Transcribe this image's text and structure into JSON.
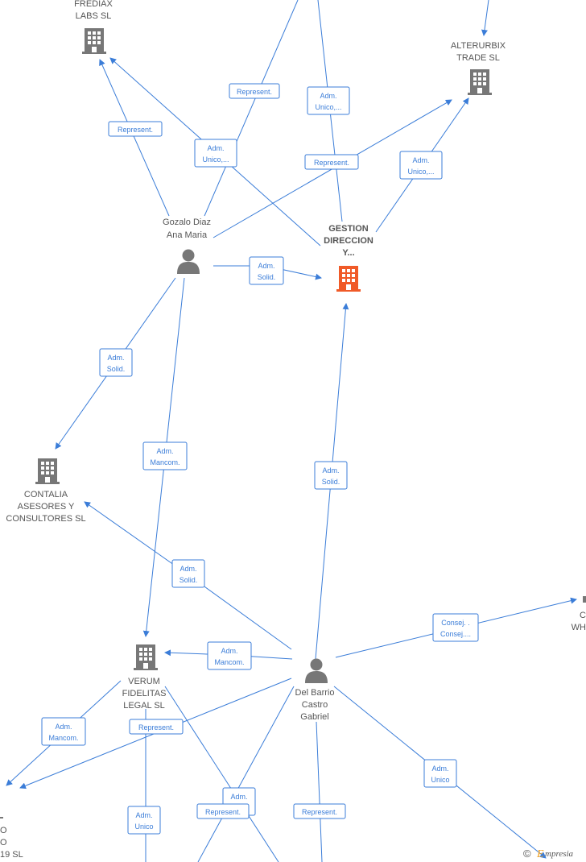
{
  "colors": {
    "edge": "#3b7dd8",
    "company": "#777777",
    "highlight": "#f05a28",
    "person": "#777777",
    "text": "#555555"
  },
  "nodes": [
    {
      "id": "frediax",
      "type": "company",
      "label": [
        "FREDIAX",
        "LABS  SL"
      ],
      "icon": "building-icon"
    },
    {
      "id": "alterurbix",
      "type": "company",
      "label": [
        "ALTERURBIX",
        "TRADE  SL"
      ],
      "icon": "building-icon"
    },
    {
      "id": "gestion",
      "type": "company-highlight",
      "label": [
        "GESTION",
        "DIRECCION",
        "Y..."
      ],
      "icon": "building-icon"
    },
    {
      "id": "gozalo",
      "type": "person",
      "label": [
        "Gozalo Diaz",
        "Ana Maria"
      ],
      "icon": "person-icon"
    },
    {
      "id": "contalia",
      "type": "company",
      "label": [
        "CONTALIA",
        "ASESORES Y",
        "CONSULTORES SL"
      ],
      "icon": "building-icon"
    },
    {
      "id": "verum",
      "type": "company",
      "label": [
        "VERUM",
        "FIDELITAS",
        "LEGAL  SL"
      ],
      "icon": "building-icon"
    },
    {
      "id": "delbarrio",
      "type": "person",
      "label": [
        "Del Barrio",
        "Castro",
        "Gabriel"
      ],
      "icon": "person-icon"
    },
    {
      "id": "leftcut",
      "type": "company",
      "label": [
        "O",
        "O",
        "19 SL"
      ],
      "icon": "building-icon"
    },
    {
      "id": "rightcut",
      "type": "company",
      "label": [
        "C",
        "WH"
      ],
      "icon": "building-icon"
    }
  ],
  "edge_labels": [
    {
      "id": "e1",
      "lines": [
        "Represent."
      ]
    },
    {
      "id": "e2",
      "lines": [
        "Adm.",
        "Unico,..."
      ]
    },
    {
      "id": "e3",
      "lines": [
        "Represent."
      ]
    },
    {
      "id": "e4",
      "lines": [
        "Adm.",
        "Unico,..."
      ]
    },
    {
      "id": "e5",
      "lines": [
        "Represent."
      ]
    },
    {
      "id": "e6",
      "lines": [
        "Adm.",
        "Unico,..."
      ]
    },
    {
      "id": "e7",
      "lines": [
        "Adm.",
        "Solid."
      ]
    },
    {
      "id": "e8",
      "lines": [
        "Adm.",
        "Solid."
      ]
    },
    {
      "id": "e9",
      "lines": [
        "Adm.",
        "Mancom."
      ]
    },
    {
      "id": "e10",
      "lines": [
        "Adm.",
        "Solid."
      ]
    },
    {
      "id": "e11",
      "lines": [
        "Adm.",
        "Solid."
      ]
    },
    {
      "id": "e12",
      "lines": [
        "Consej. .",
        "Consej...."
      ]
    },
    {
      "id": "e13",
      "lines": [
        "Adm.",
        "Mancom."
      ]
    },
    {
      "id": "e14",
      "lines": [
        "Adm.",
        "Mancom."
      ]
    },
    {
      "id": "e15",
      "lines": [
        "Represent."
      ]
    },
    {
      "id": "e16",
      "lines": [
        "Adm.",
        "Unico"
      ]
    },
    {
      "id": "e17",
      "lines": [
        "Adm.",
        "Unico"
      ]
    },
    {
      "id": "e18",
      "lines": [
        "Adm."
      ]
    },
    {
      "id": "e19",
      "lines": [
        "Represent."
      ]
    },
    {
      "id": "e20",
      "lines": [
        "Represent."
      ]
    }
  ],
  "footer": {
    "copyright": "©",
    "brand": "mpresia",
    "brand_initial": "E"
  }
}
